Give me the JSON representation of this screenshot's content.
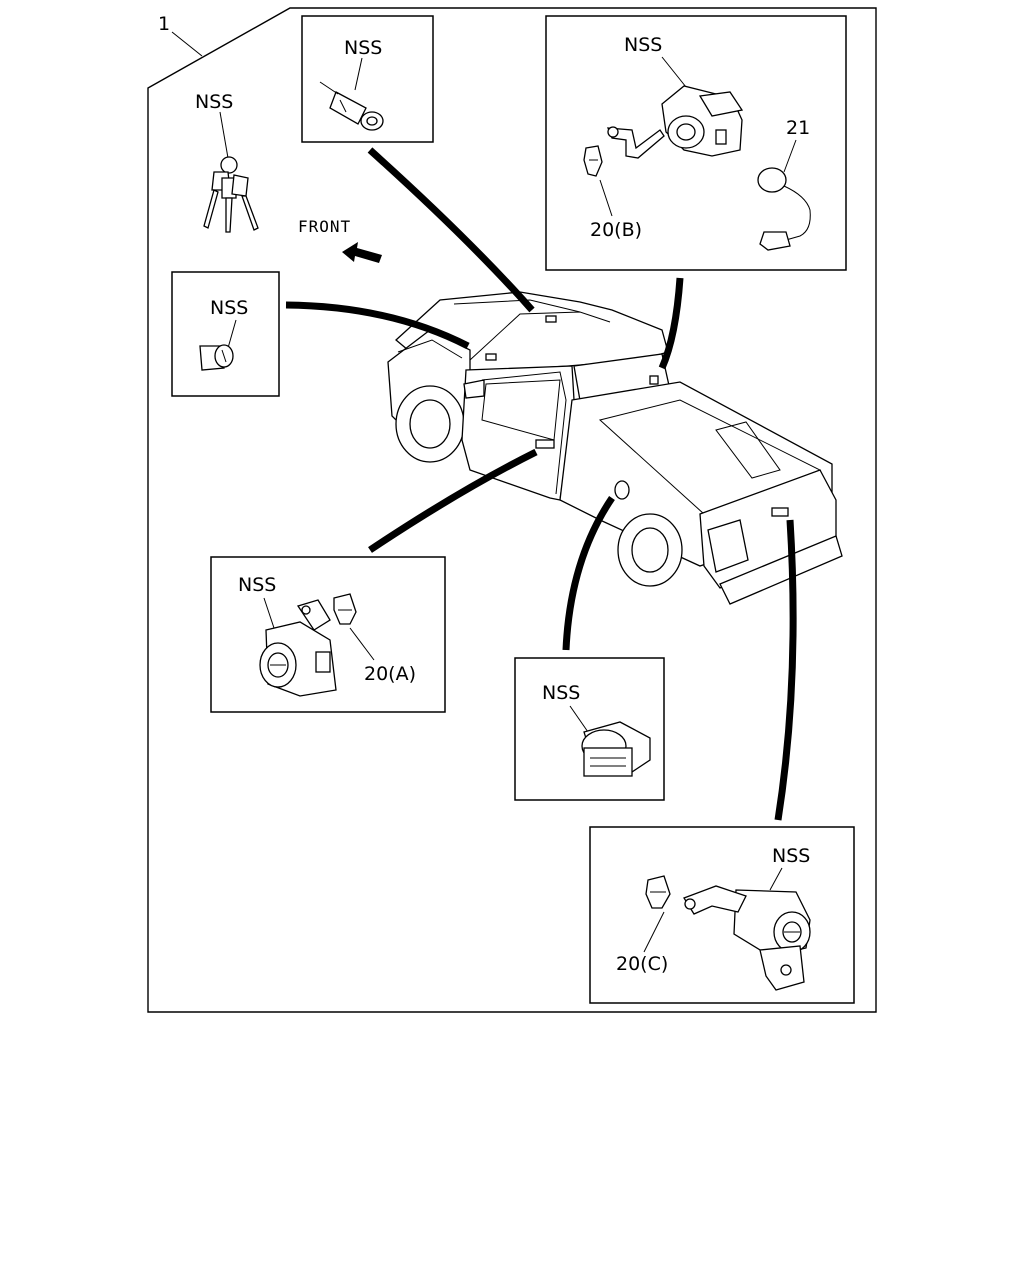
{
  "diagram": {
    "assembly_number": "1",
    "front_label": "FRONT",
    "labels": {
      "keys": "NSS",
      "ignition_cylinder": "NSS",
      "rear_window_lock": "NSS",
      "rear_window_part": "21",
      "rear_window_clip": "20(B)",
      "glovebox_cylinder": "NSS",
      "door_cylinder": "NSS",
      "door_clip": "20(A)",
      "fuel_lid_lock": "NSS",
      "tailgate_cylinder": "NSS",
      "tailgate_clip": "20(C)"
    }
  }
}
